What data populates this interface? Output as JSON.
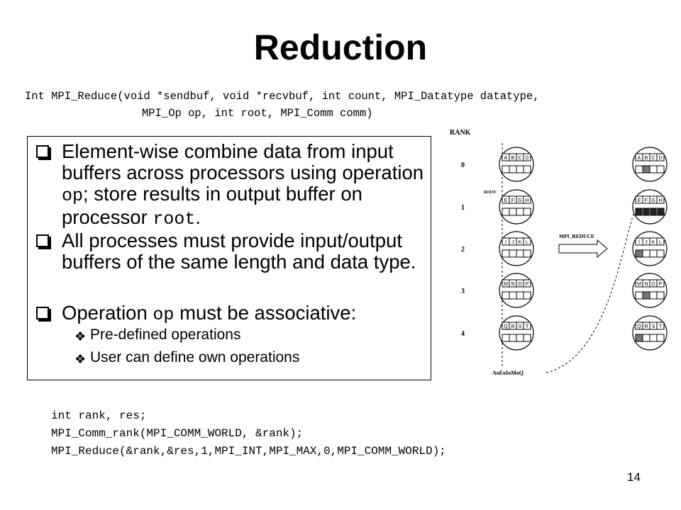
{
  "slide": {
    "title": "Reduction",
    "signature_line1": "Int MPI_Reduce(void *sendbuf, void *recvbuf, int count, MPI_Datatype datatype,",
    "signature_line2": "MPI_Op op, int root, MPI_Comm comm)",
    "bullets": [
      {
        "pre": "Element-wise combine data from input buffers across processors using operation ",
        "code": "op",
        "mid": "; store results in output buffer on processor ",
        "code2": "root",
        "post": "."
      },
      {
        "text": "All processes must provide input/output buffers of the same length and data type."
      },
      {
        "pre": "Operation ",
        "code": "op",
        "post": " must be associative:"
      }
    ],
    "sub_bullets": [
      "Pre-defined operations",
      "User can define own operations"
    ],
    "code_lines": [
      "int rank, res;",
      "MPI_Comm_rank(MPI_COMM_WORLD, &rank);",
      "MPI_Reduce(&rank,&res,1,MPI_INT,MPI_MAX,0,MPI_COMM_WORLD);"
    ],
    "page_number": "14"
  },
  "diagram": {
    "rank_header": "RANK",
    "ranks": [
      "0",
      "1",
      "2",
      "3",
      "4"
    ],
    "buffers": [
      [
        "A",
        "B",
        "C",
        "D"
      ],
      [
        "E",
        "F",
        "G",
        "H"
      ],
      [
        "I",
        "J",
        "K",
        "L"
      ],
      [
        "M",
        "N",
        "O",
        "P"
      ],
      [
        "Q",
        "R",
        "S",
        "T"
      ]
    ],
    "root_label": "ROOT",
    "op_label": "MPI_REDUCE",
    "result_label": "AoEoIoMoQ"
  }
}
